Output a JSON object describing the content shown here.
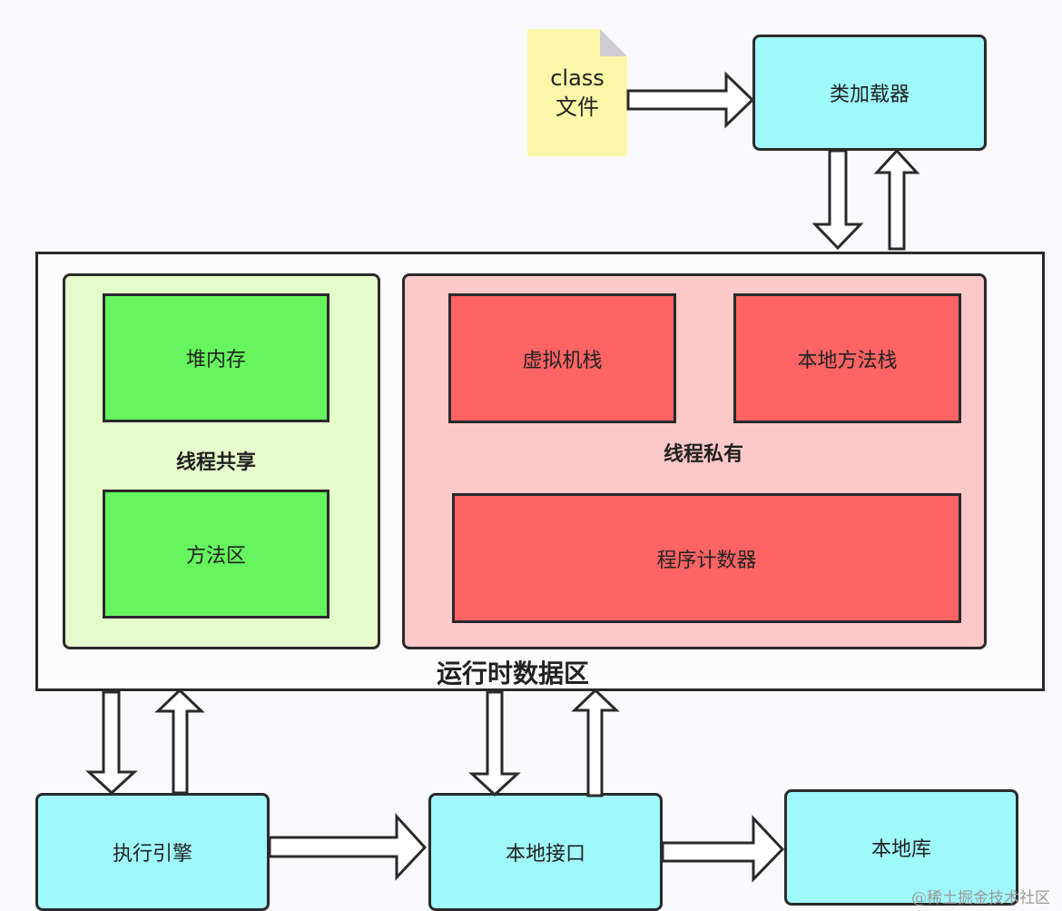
{
  "class_file": {
    "line1": "class",
    "line2": "文件",
    "icon": "document-icon"
  },
  "class_loader": {
    "label": "类加载器"
  },
  "runtime_data_area": {
    "title": "运行时数据区",
    "thread_shared": {
      "label": "线程共享",
      "items": [
        {
          "label": "堆内存"
        },
        {
          "label": "方法区"
        }
      ]
    },
    "thread_private": {
      "label": "线程私有",
      "items": [
        {
          "label": "虚拟机栈"
        },
        {
          "label": "本地方法栈"
        },
        {
          "label": "程序计数器"
        }
      ]
    }
  },
  "execution_engine": {
    "label": "执行引擎"
  },
  "native_interface": {
    "label": "本地接口"
  },
  "native_library": {
    "label": "本地库"
  },
  "watermark": "@稀土掘金技术社区",
  "colors": {
    "cyan": "#9ff8fa",
    "green_item": "#66f55e",
    "green_panel": "#e6fbcc",
    "red_item": "#fe6464",
    "red_panel": "#fdc8c8",
    "note_yellow": "#fbf7a8"
  }
}
